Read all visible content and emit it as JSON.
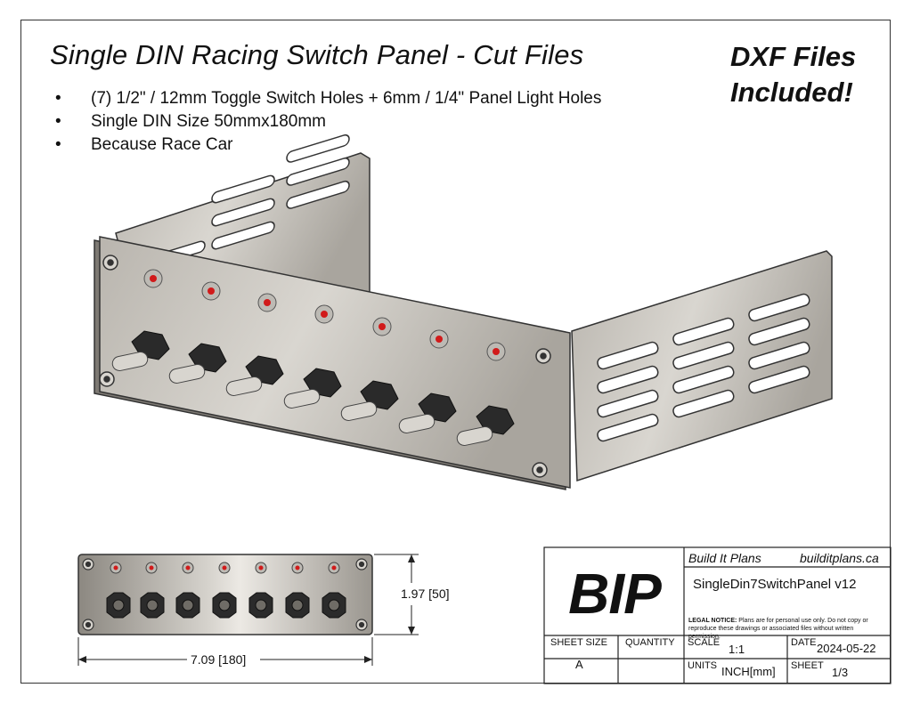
{
  "title": "Single DIN Racing Switch Panel - Cut Files",
  "callout": {
    "line1": "DXF Files",
    "line2": "Included!"
  },
  "bullets": [
    "(7) 1/2\" / 12mm Toggle Switch Holes + 6mm / 1/4\" Panel Light Holes",
    "Single DIN Size 50mmx180mm",
    "Because Race Car"
  ],
  "bullet_glyph": "•",
  "dimensions": {
    "height": "1.97 [50]",
    "width": "7.09 [180]"
  },
  "title_block": {
    "logo": "BIP",
    "company": "Build It Plans",
    "website": "builditplans.ca",
    "part_name": "SingleDin7SwitchPanel v12",
    "legal_label": "LEGAL NOTICE:",
    "legal_text": "Plans are for personal use only. Do not copy or reproduce these drawings or associated files without written permission.",
    "sheet_size_label": "SHEET SIZE",
    "sheet_size": "A",
    "quantity_label": "QUANTITY",
    "scale_label": "SCALE",
    "scale": "1:1",
    "date_label": "DATE",
    "date": "2024-05-22",
    "units_label": "UNITS",
    "units": "INCH[mm]",
    "sheet_label": "SHEET",
    "sheet": "1/3"
  },
  "colors": {
    "metal": "#c9c6c0",
    "metal_dark": "#8f8b84",
    "led": "#d11a1a",
    "line": "#222222"
  }
}
